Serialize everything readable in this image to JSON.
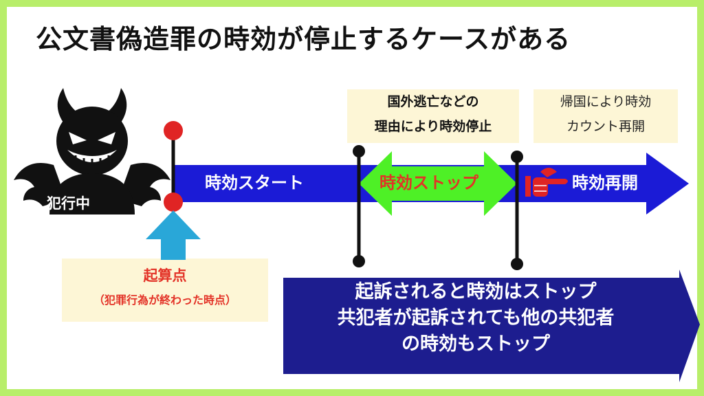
{
  "title": "公文書偽造罪の時効が停止するケースがある",
  "devil_label": "犯行中",
  "timeline": {
    "start_label": "時効スタート",
    "stop_label": "時効ストップ",
    "resume_label": "時効再開"
  },
  "notes": {
    "stop_reason": [
      "国外逃亡などの",
      "理由により時効停止"
    ],
    "resume_reason": [
      "帰国により時効",
      "カウント再開"
    ],
    "start_point_title": "起算点",
    "start_point_detail": "（犯罪行為が終わった時点）"
  },
  "callout": {
    "lines": [
      "起訴されると時効はストップ",
      "共犯者が起訴されても他の共犯者",
      "の時効もストップ"
    ]
  },
  "colors": {
    "frame": "#b8ee6a",
    "timeline_arrow": "#1b1bd6",
    "stop_arrow": "#4ef026",
    "callout_arrow": "#1d1d8f",
    "start_arrow": "#29a7d8",
    "marker": "#e02424",
    "note_bg": "#fdf6d6",
    "pointer_hand": "#e02424"
  },
  "icons": {
    "devil": "devil-icon",
    "pointer": "pointing-hand-icon"
  }
}
